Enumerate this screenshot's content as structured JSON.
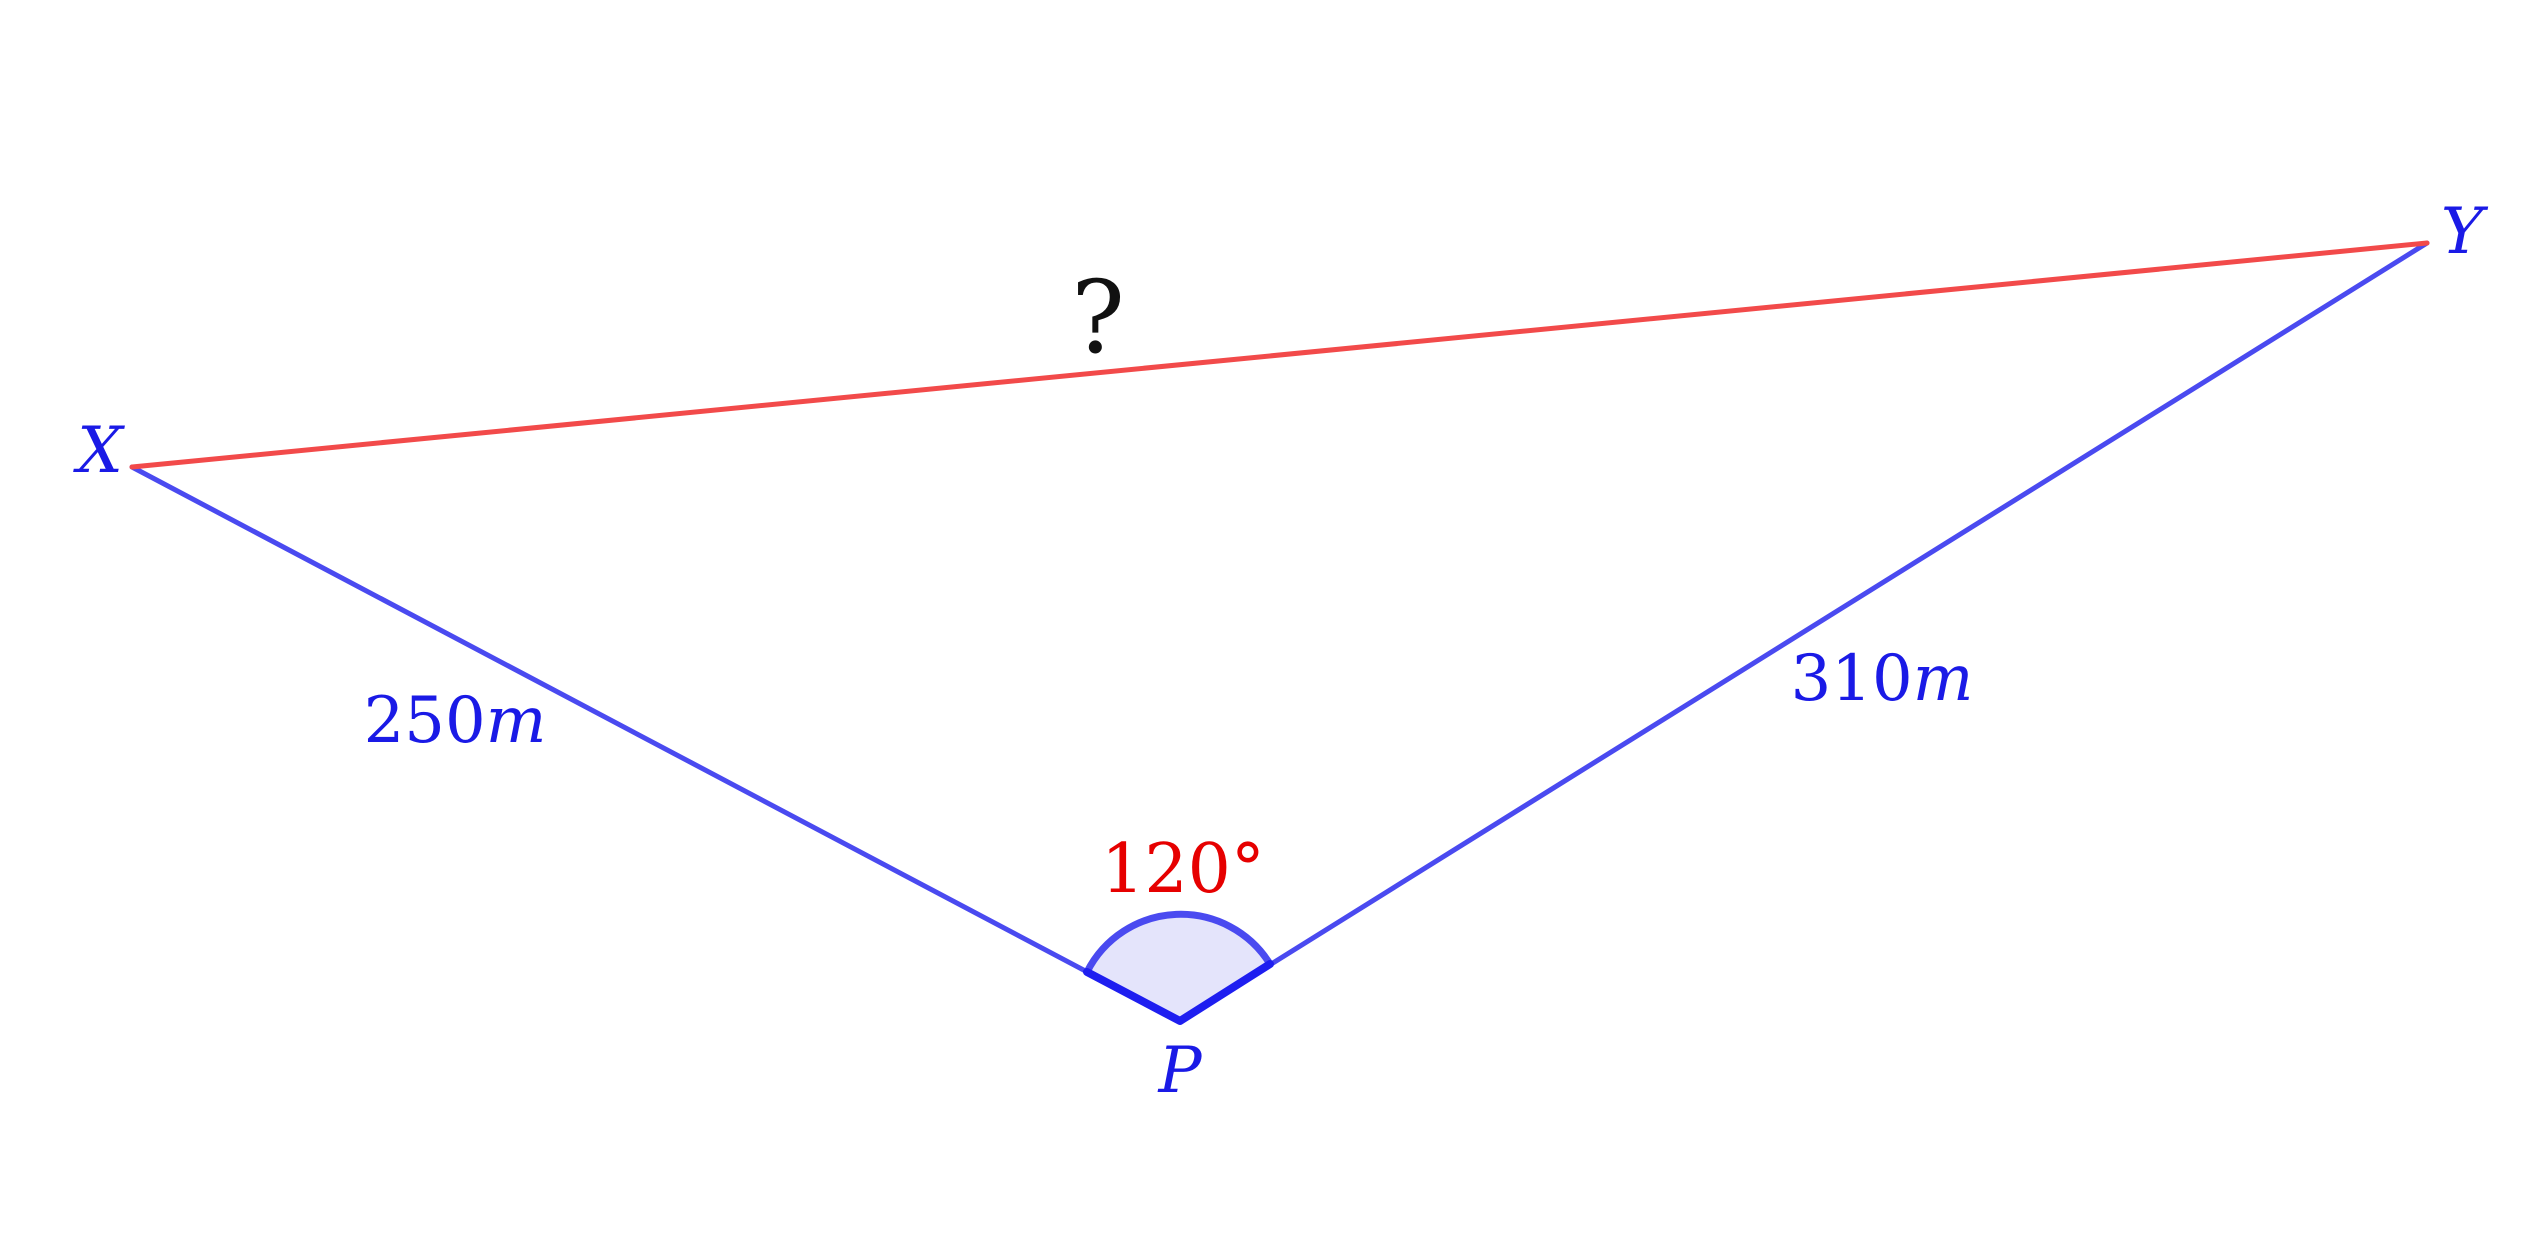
{
  "vertices": {
    "x_label": "X",
    "y_label": "Y",
    "p_label": "P"
  },
  "sides": {
    "xp_value": "250",
    "xp_unit": "m",
    "py_value": "310",
    "py_unit": "m",
    "xy_label": "?"
  },
  "angle": {
    "label": "120°"
  },
  "colors": {
    "blue": "#4a4af0",
    "blue_dark": "#1e1ef0",
    "red": "#f24a4a",
    "label_blue": "#1a1ae6",
    "label_red": "#e60000",
    "fill": "#e4e4fb"
  }
}
